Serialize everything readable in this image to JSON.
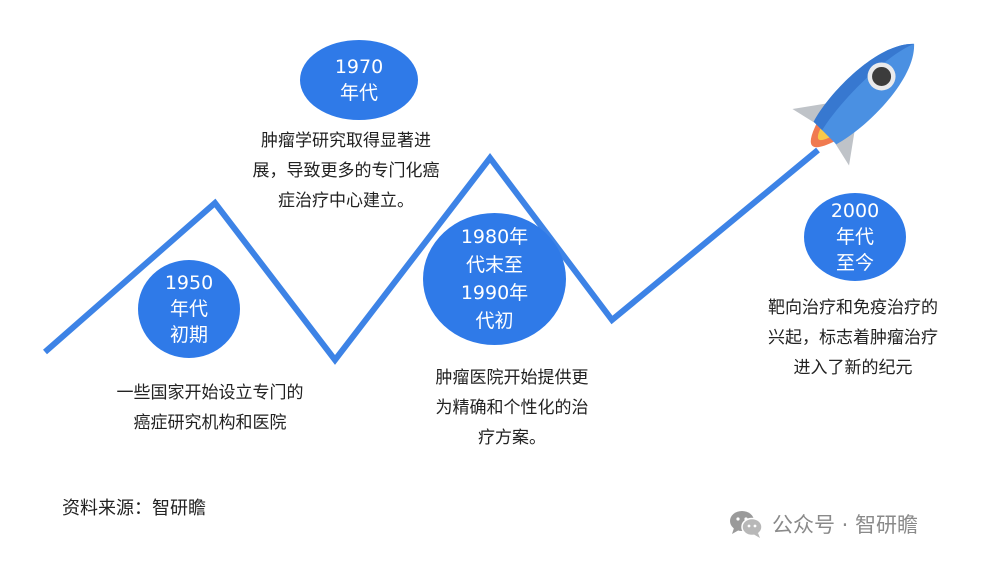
{
  "stages": [
    {
      "period": [
        "1950",
        "年代",
        "初期"
      ],
      "description": [
        "一些国家开始设立专门的",
        "癌症研究机构和医院"
      ]
    },
    {
      "period": [
        "1970",
        "年代"
      ],
      "description": [
        "肿瘤学研究取得显著进",
        "展，导致更多的专门化癌",
        "症治疗中心建立。"
      ]
    },
    {
      "period": [
        "1980年",
        "代末至",
        "1990年",
        "代初"
      ],
      "description": [
        "肿瘤医院开始提供更",
        "为精确和个性化的治",
        "疗方案。"
      ]
    },
    {
      "period": [
        "2000",
        "年代",
        "至今"
      ],
      "description": [
        "靶向治疗和免疫治疗的",
        "兴起，标志着肿瘤治疗",
        "进入了新的纪元"
      ]
    }
  ],
  "source": "资料来源：智研瞻",
  "watermark": {
    "text": "公众号 · 智研瞻",
    "icon": "wechat-icon"
  },
  "colors": {
    "accent": "#2f7ae8",
    "line": "#3d83e6",
    "rocket_body": "#4a90e2",
    "flame": "#f07a50",
    "fins": "#bfc3c8"
  }
}
